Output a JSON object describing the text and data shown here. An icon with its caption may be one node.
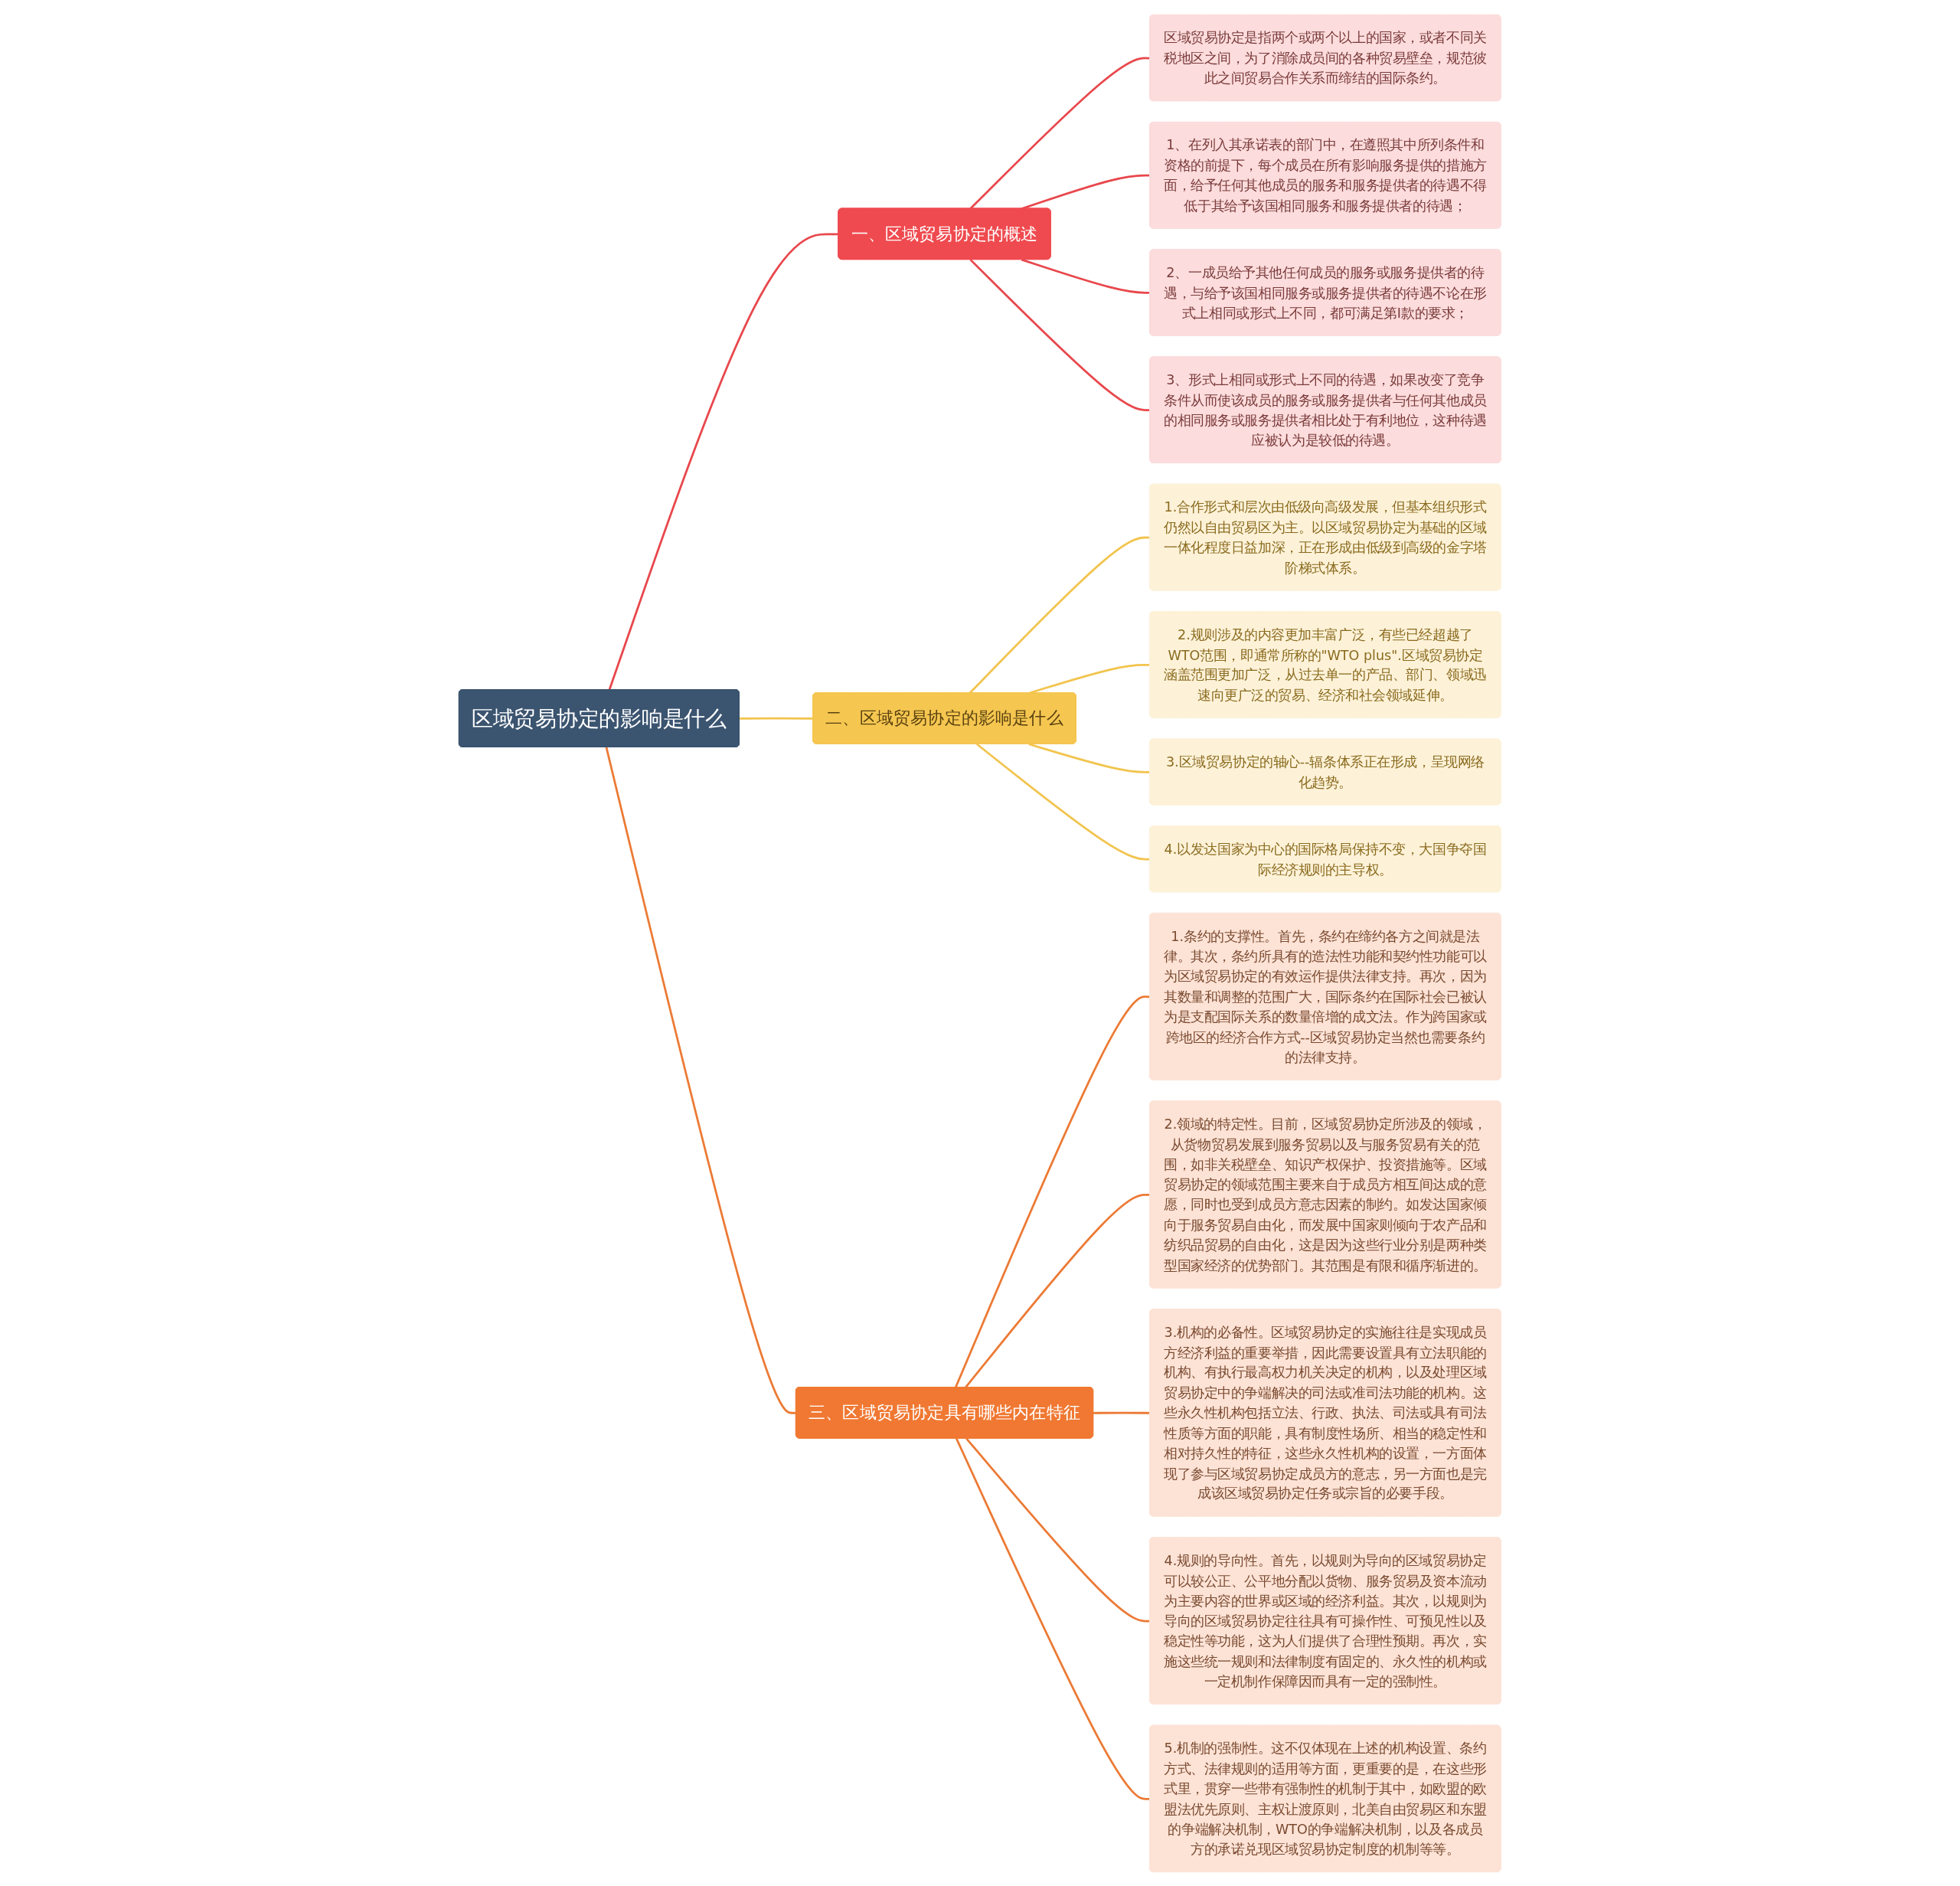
{
  "diagram": {
    "nodes": [
      {
        "text": [
          "区域贸易协定的影响是什么"
        ]
      },
      {
        "text": [
          "一、区域贸易协定的概述"
        ]
      },
      {
        "text": [
          "区域贸易协定是指两个或两个以上的国家，或者不同关税地区之间，为了消除成员间的各种贸易壁垒，规范彼此之间贸易合作关系而缔结的国际条约。"
        ]
      },
      {
        "text": [
          "1、在列入其承诺表的部门中，在遵照其中所列条件和资格的前提下，每个成员在所有影响服务提供的措施方面，给予任何其他成员的服务和服务提供者的待遇不得低于其给予该国相同服务和服务提供者的待遇；"
        ]
      },
      {
        "text": [
          "2、一成员给予其他任何成员的服务或服务提供者的待遇，与给予该国相同服务或服务提供者的待遇不论在形式上相同或形式上不同，都可满足第Ⅰ款的要求；"
        ]
      },
      {
        "text": [
          "3、形式上相同或形式上不同的待遇，如果改变了竞争条件从而使该成员的服务或服务提供者与任何其他成员的相同服务或服务提供者相比处于有利地位，这种待遇应被认为是较低的待遇。"
        ]
      },
      {
        "text": [
          "二、区域贸易协定的影响是什么"
        ]
      },
      {
        "text": [
          "1.合作形式和层次由低级向高级发展，但基本组织形式仍然以自由贸易区为主。以区域贸易协定为基础的区域一体化程度日益加深，正在形成由低级到高级的金字塔阶梯式体系。"
        ]
      },
      {
        "text": [
          "2.规则涉及的内容更加丰富广泛，有些已经超越了WTO范围，即通常所称的\"WTO plus\".区域贸易协定涵盖范围更加广泛，从过去单一的产品、部门、领域迅速向更广泛的贸易、经济和社会领域延伸。"
        ]
      },
      {
        "text": [
          "3.区域贸易协定的轴心--辐条体系正在形成，呈现网络化趋势。"
        ]
      },
      {
        "text": [
          "4.以发达国家为中心的国际格局保持不变，大国争夺国际经济规则的主导权。"
        ]
      },
      {
        "text": [
          "三、区域贸易协定具有哪些内在特征"
        ]
      },
      {
        "text": [
          "1.条约的支撑性。首先，条约在缔约各方之间就是法律。其次，条约所具有的造法性功能和契约性功能可以为区域贸易协定的有效运作提供法律支持。再次，因为其数量和调整的范围广大，国际条约在国际社会已被认为是支配国际关系的数量倍增的成文法。作为跨国家或跨地区的经济合作方式--区域贸易协定当然也需要条约的法律支持。"
        ]
      },
      {
        "text": [
          "2.领域的特定性。目前，区域贸易协定所涉及的领域，从货物贸易发展到服务贸易以及与服务贸易有关的范围，如非关税壁垒、知识产权保护、投资措施等。区域贸易协定的领域范围主要来自于成员方相互间达成的意愿，同时也受到成员方意志因素的制约。如发达国家倾向于服务贸易自由化，而发展中国家则倾向于农产品和纺织品贸易的自由化，这是因为这些行业分别是两种类型国家经济的优势部门。其范围是有限和循序渐进的。"
        ]
      },
      {
        "text": [
          "3.机构的必备性。区域贸易协定的实施往往是实现成员方经济利益的重要举措，因此需要设置具有立法职能的机构、有执行最高权力机关决定的机构，以及处理区域贸易协定中的争端解决的司法或准司法功能的机构。这些永久性机构包括立法、行政、执法、司法或具有司法性质等方面的职能，具有制度性场所、相当的稳定性和相对持久性的特征，这些永久性机构的设置，一方面体现了参与区域贸易协定成员方的意志，另一方面也是完成该区域贸易协定任务或宗旨的必要手段。"
        ]
      },
      {
        "text": [
          "4.规则的导向性。首先，以规则为导向的区域贸易协定可以较公正、公平地分配以货物、服务贸易及资本流动为主要内容的世界或区域的经济利益。其次，以规则为导向的区域贸易协定往往具有可操作性、可预见性以及稳定性等功能，这为人们提供了合理性预期。再次，实施这些统一规则和法律制度有固定的、永久性的机构或一定机制作保障因而具有一定的强制性。"
        ]
      },
      {
        "text": [
          "5.机制的强制性。这不仅体现在上述的机构设置、条约方式、法律规则的适用等方面，更重要的是，在这些形式里，贯穿一些带有强制性的机制于其中，如欧盟的欧盟法优先原则、主权让渡原则，北美自由贸易区和东盟的争端解决机制，WTO的争端解决机制，以及各成员方的承诺兑现区域贸易协定制度的机制等等。"
        ]
      }
    ],
    "edges": [
      {
        "from": 0,
        "to": 1,
        "arrow": "none",
        "color": "#e8474c"
      },
      {
        "from": 1,
        "to": 2,
        "arrow": "none",
        "color": "#e8474c"
      },
      {
        "from": 1,
        "to": 3,
        "arrow": "none",
        "color": "#e8474c"
      },
      {
        "from": 1,
        "to": 4,
        "arrow": "none",
        "color": "#e8474c"
      },
      {
        "from": 1,
        "to": 5,
        "arrow": "none",
        "color": "#e8474c"
      },
      {
        "from": 0,
        "to": 6,
        "arrow": "none",
        "color": "#f2c44e"
      },
      {
        "from": 6,
        "to": 7,
        "arrow": "none",
        "color": "#f2c44e"
      },
      {
        "from": 6,
        "to": 8,
        "arrow": "none",
        "color": "#f2c44e"
      },
      {
        "from": 6,
        "to": 9,
        "arrow": "none",
        "color": "#f2c44e"
      },
      {
        "from": 6,
        "to": 10,
        "arrow": "none",
        "color": "#f2c44e"
      },
      {
        "from": 0,
        "to": 11,
        "arrow": "none"
      },
      {
        "from": 11,
        "to": 12,
        "arrow": "none"
      },
      {
        "from": 11,
        "to": 13,
        "arrow": "none"
      },
      {
        "from": 11,
        "to": 14,
        "arrow": "none"
      },
      {
        "from": 11,
        "to": 15,
        "arrow": "none"
      },
      {
        "from": 11,
        "to": 16,
        "arrow": "none"
      }
    ]
  }
}
